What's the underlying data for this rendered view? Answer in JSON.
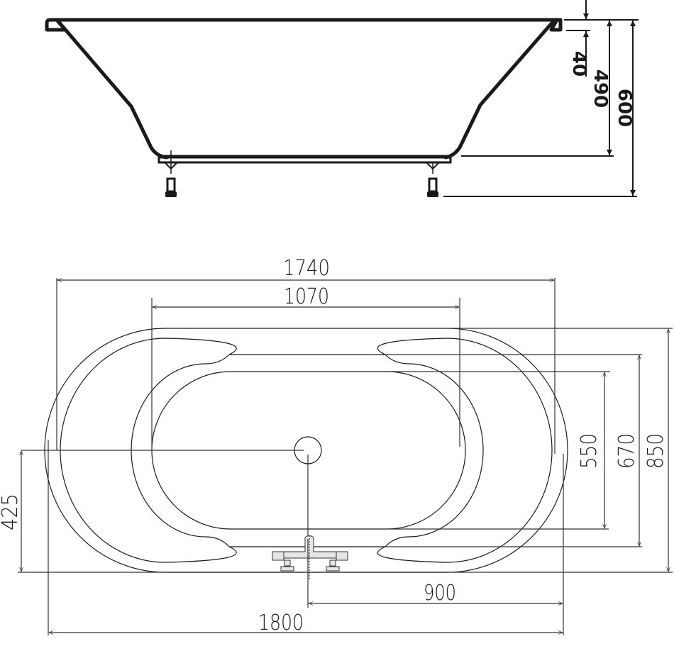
{
  "drawing": {
    "side_view": {
      "dimensions": {
        "rim_thickness": "40",
        "inner_depth": "490",
        "total_height": "600"
      }
    },
    "top_view": {
      "dimensions": {
        "inner_length": "1740",
        "basin_flat_length": "1070",
        "inner_width": "550",
        "mid_width": "670",
        "total_width": "850",
        "drain_offset_side": "425",
        "drain_offset_length": "900",
        "total_length": "1800"
      }
    },
    "colors": {
      "line": "#1a1a1a",
      "fitting_fill": "#e6e6e6",
      "background": "#ffffff"
    }
  }
}
